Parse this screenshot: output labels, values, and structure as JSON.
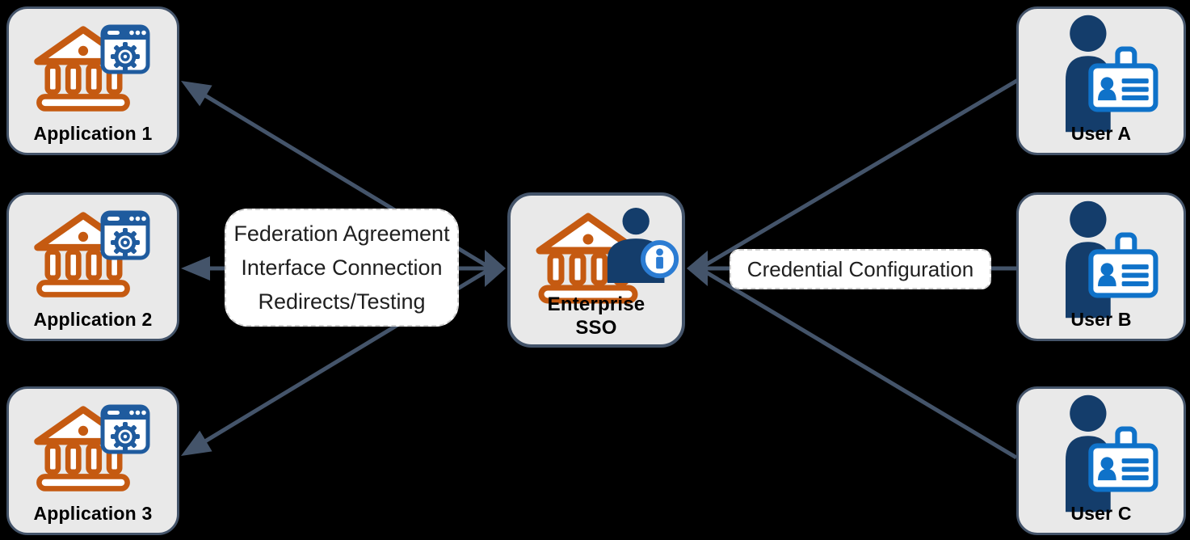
{
  "diagram": {
    "background_color": "#000000",
    "description": "Enterprise SSO federation diagram: three applications on the left, Enterprise SSO hub in the center, three users on the right"
  },
  "palette": {
    "box_fill": "#E9E9E9",
    "box_border": "#44546A",
    "arrow_color": "#44546A",
    "label_fill": "#FFFFFF",
    "label_border": "#CFCFCF",
    "bank_orange": "#C55A11",
    "person_navy": "#143D6B",
    "browser_blue": "#1F5B9E",
    "card_blue": "#0F72C9",
    "info_blue": "#2B7CD3",
    "text_color": "#000000"
  },
  "icons": {
    "application": "bank-icon + browser-gear-icon",
    "sso": "bank-icon + person-info-icon",
    "user": "person-id-card-icon"
  },
  "nodes": {
    "applications": [
      {
        "label": "Application 1"
      },
      {
        "label": "Application 2"
      },
      {
        "label": "Application 3"
      }
    ],
    "sso": {
      "label": "Enterprise SSO",
      "label_lines": [
        "Enterprise",
        "SSO"
      ]
    },
    "users": [
      {
        "label": "User A"
      },
      {
        "label": "User B"
      },
      {
        "label": "User C"
      }
    ]
  },
  "connectors": {
    "apps_sso_label_lines": [
      "Federation Agreement",
      "Interface Connection",
      "Redirects/Testing"
    ],
    "users_sso_label": "Credential Configuration"
  }
}
